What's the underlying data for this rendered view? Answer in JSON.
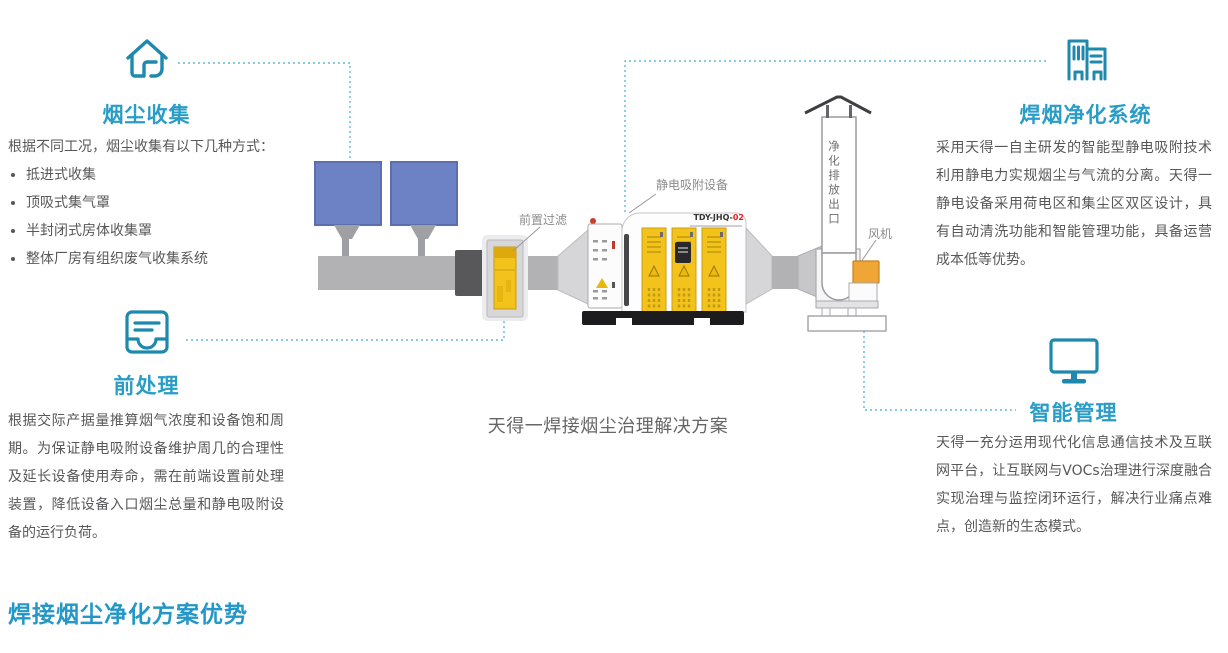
{
  "page": {
    "caption": "天得一焊接烟尘治理解决方案",
    "bottom_heading": "焊接烟尘净化方案优势"
  },
  "sections": {
    "dust_collection": {
      "title": "烟尘收集",
      "icon": "house-icon",
      "intro": "根据不同工况，烟尘收集有以下几种方式：",
      "bullets": [
        "抵进式收集",
        "顶吸式集气罩",
        "半封闭式房体收集罩",
        "整体厂房有组织废气收集系统"
      ]
    },
    "fume_purification": {
      "title": "焊烟净化系统",
      "icon": "buildings-icon",
      "body": "采用天得一自主研发的智能型静电吸附技术利用静电力实规烟尘与气流的分离。天得一静电设备采用荷电区和集尘区双区设计，具有自动清洗功能和智能管理功能，具备运营成本低等优势。"
    },
    "pretreatment": {
      "title": "前处理",
      "icon": "inbox-icon",
      "body": "根据交际产据量推算烟气浓度和设备饱和周期。为保证静电吸附设备维护周几的合理性及延长设备使用寿命，需在前端设置前处理装置，降低设备入口烟尘总量和静电吸附设备的运行负荷。"
    },
    "smart_management": {
      "title": "智能管理",
      "icon": "monitor-icon",
      "body": "天得一充分运用现代化信息通信技术及互联网平台，让互联网与VOCs治理进行深度融合实现治理与监控闭环运行，解决行业痛点难点，创造新的生态模式。"
    }
  },
  "diagram": {
    "labels": {
      "prefilter": "前置过滤",
      "esp": "静电吸附设备",
      "outlet": "净化排放出口",
      "fan": "风机",
      "model_prefix": "TDY-JHQ-",
      "model_number": "02"
    }
  },
  "colors": {
    "accent": "#1d89ad",
    "title_blue": "#2a9dc6",
    "heading_blue": "#2397c6",
    "dotted_line": "#5fbbdc",
    "hood_blue": "#6d82c4",
    "equipment_yellow": "#f3c21b",
    "fan_orange": "#f0a636",
    "model_red": "#e02020",
    "body_text": "#58585a",
    "diagram_label": "#8b8b8b"
  }
}
